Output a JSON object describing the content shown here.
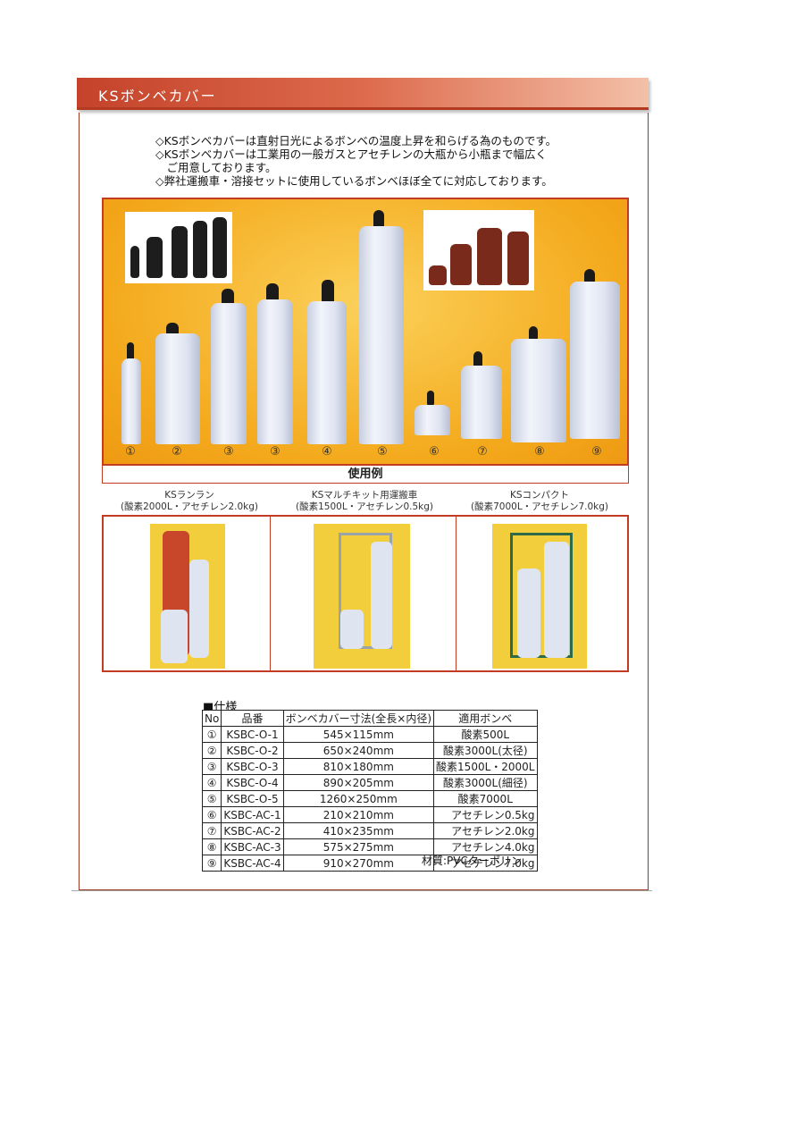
{
  "title": "KSボンベカバー",
  "intro": [
    "◇KSボンベカバーは直射日光によるボンベの温度上昇を和らげる為のものです。",
    "◇KSボンベカバーは工業用の一般ガスとアセチレンの大瓶から小瓶まで幅広く",
    "　ご用意しております。",
    "◇弊社運搬車・溶接セットに使用しているボンベほぼ全てに対応しております。"
  ],
  "cylinder_labels": [
    "①",
    "②",
    "③",
    "③",
    "④",
    "⑤",
    "⑥",
    "⑦",
    "⑧",
    "⑨"
  ],
  "usage": {
    "heading": "使用例",
    "items": [
      {
        "name": "KSランラン",
        "detail": "(酸素2000L・アセチレン2.0kg)"
      },
      {
        "name": "KSマルチキット用運搬車",
        "detail": "(酸素1500L・アセチレン0.5kg)"
      },
      {
        "name": "KSコンパクト",
        "detail": "(酸素7000L・アセチレン7.0kg)"
      }
    ]
  },
  "spec": {
    "title": "■仕様",
    "headers": [
      "No",
      "品番",
      "ボンベカバー寸法(全長×内径)",
      "適用ボンベ"
    ],
    "rows": [
      [
        "①",
        "KSBC-O-1",
        "545×115mm",
        "酸素500L"
      ],
      [
        "②",
        "KSBC-O-2",
        "650×240mm",
        "酸素3000L(太径)"
      ],
      [
        "③",
        "KSBC-O-3",
        "810×180mm",
        "酸素1500L・2000L"
      ],
      [
        "④",
        "KSBC-O-4",
        "890×205mm",
        "酸素3000L(細径)"
      ],
      [
        "⑤",
        "KSBC-O-5",
        "1260×250mm",
        "酸素7000L"
      ],
      [
        "⑥",
        "KSBC-AC-1",
        "210×210mm",
        "アセチレン0.5kg"
      ],
      [
        "⑦",
        "KSBC-AC-2",
        "410×235mm",
        "アセチレン2.0kg"
      ],
      [
        "⑧",
        "KSBC-AC-3",
        "575×275mm",
        "アセチレン4.0kg"
      ],
      [
        "⑨",
        "KSBC-AC-4",
        "910×270mm",
        "アセチレン7.0kg"
      ]
    ],
    "material": "材質:PVCターポリン"
  },
  "colors": {
    "accent": "#c23b22",
    "panel": "#f4a91c"
  }
}
